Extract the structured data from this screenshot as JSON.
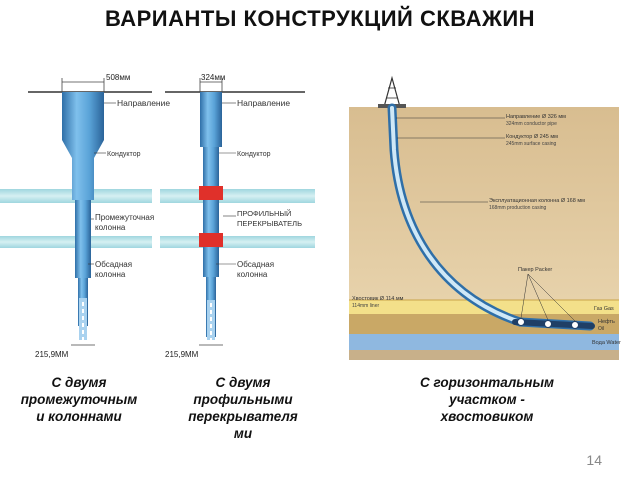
{
  "title": "ВАРИАНТЫ КОНСТРУКЦИЙ СКВАЖИН",
  "well1": {
    "top_dim": "508мм",
    "bottom_dim": "215,9ММ",
    "labels": {
      "napravlenie": "Направление",
      "konduktor": "Кондуктор",
      "prom_1": "Промежуточная",
      "prom_2": "колонна",
      "obs_1": "Обсадная",
      "obs_2": "колонна"
    }
  },
  "well2": {
    "top_dim": "324мм",
    "bottom_dim": "215,9ММ",
    "labels": {
      "napravlenie": "Направление",
      "konduktor": "Кондуктор",
      "prof_1": "ПРОФИЛЬНЫЙ",
      "prof_2": "ПЕРЕКРЫВАТЕЛЬ",
      "obs_1": "Обсадная",
      "obs_2": "колонна"
    }
  },
  "well3": {
    "labels": {
      "napr_ru": "Направление Ø 326 мм",
      "napr_en": "324mm conductor pipe",
      "kond_ru": "Кондуктор Ø 245 мм",
      "kond_en": "245mm surface casing",
      "expl_ru": "Эксплуатационная колонна Ø 168 мм",
      "expl_en": "168mm production casing",
      "packer": "Пакер Packer",
      "tail_ru": "Хвостовик Ø 114 мм",
      "tail_en": "114mm liner",
      "gas": "Газ Gas",
      "oil_ru": "Нефть",
      "oil_en": "Oil",
      "water": "Вода Water"
    }
  },
  "captions": {
    "c1": [
      "С двумя",
      "промежуточным",
      "и колоннами"
    ],
    "c2": [
      "С двумя",
      "профильными",
      "перекрывателя",
      "ми"
    ],
    "c3": [
      "С горизонтальным",
      "участком -",
      "хвостовиком"
    ]
  },
  "page_number": "14",
  "colors": {
    "pipe": "#4a90c8",
    "pipe_light": "#a9d2ef",
    "layer": "#bfe5ea",
    "overlapper": "#e0302a",
    "sand": "#e3caa0",
    "gas": "#f3e08a",
    "oil": "#3b3b3b",
    "water": "#8fb8e0"
  }
}
